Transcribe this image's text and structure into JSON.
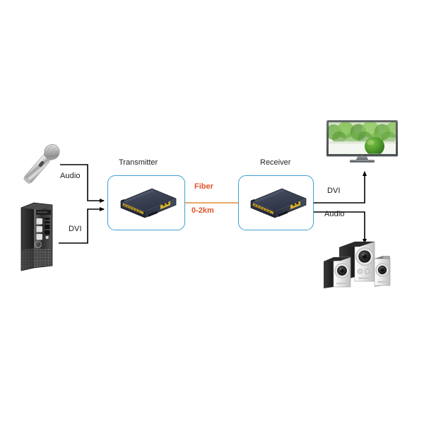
{
  "diagram": {
    "type": "fiber-extender-connection-diagram",
    "background_color": "#ffffff",
    "accent_blue": "#3f9fd4",
    "accent_orange": "#e0542a",
    "line_color": "#000000"
  },
  "devices": {
    "transmitter": {
      "title": "Transmitter"
    },
    "receiver": {
      "title": "Receiver"
    }
  },
  "link": {
    "medium_label": "Fiber",
    "distance_label": "0-2km"
  },
  "sources": {
    "microphone": {
      "name": "microphone",
      "signal_label": "Audio"
    },
    "computer": {
      "name": "desktop-computer",
      "signal_label": "DVI"
    }
  },
  "outputs": {
    "display": {
      "name": "television",
      "signal_label": "DVI"
    },
    "speakers": {
      "name": "speaker-system",
      "signal_label": "Audio"
    }
  },
  "labels": {
    "input_audio": "Audio",
    "input_dvi": "DVI",
    "output_dvi": "DVI",
    "output_audio": "Audio",
    "fiber": "Fiber",
    "distance": "0-2km",
    "transmitter": "Transmitter",
    "receiver": "Receiver"
  }
}
